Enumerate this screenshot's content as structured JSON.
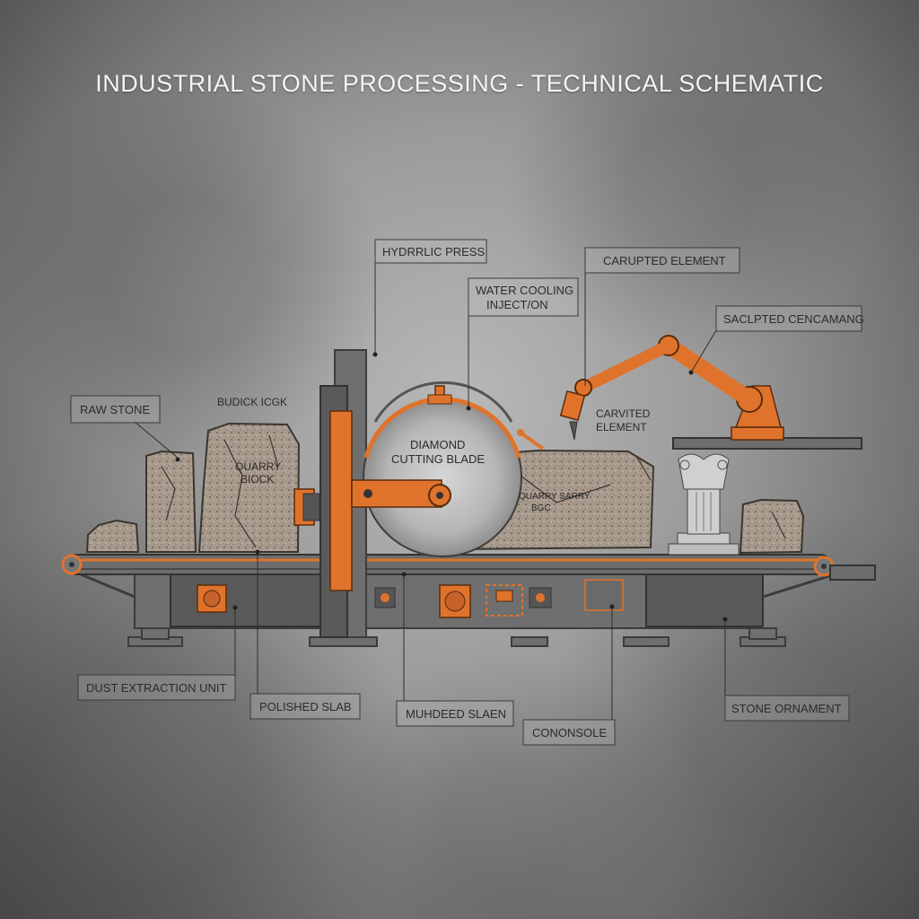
{
  "title": "INDUSTRIAL STONE PROCESSING - TECHNICAL SCHEMATIC",
  "labels": {
    "hydraulic_press": "HYDRRLIC PRESS",
    "carupted_element": "CARUPTED ELEMENT",
    "water_cooling_line1": "WATER COOLING",
    "water_cooling_line2": "INJECT/ON",
    "sculpted_ornament": "SACLPTED CENCAMANG",
    "raw_stone": "RAW STONE",
    "budick": "BUDICK ICGK",
    "quarry_block_line1": "QUARRY",
    "quarry_block_line2": "BIOCK",
    "diamond_blade_line1": "DIAMOND",
    "diamond_blade_line2": "CUTTING BLADE",
    "carvited_line1": "CARVITED",
    "carvited_line2": "ELEMENT",
    "slab_stamp_line1": "QUARRY SARRY",
    "slab_stamp_line2": "BGC",
    "dust_extraction": "DUST EXTRACTION UNIT",
    "polished_slab": "POLISHED SLAB",
    "muhdeed_slaen": "MUHDEED SLAEN",
    "stone_ornament": "STONE ORNAMENT",
    "cononsole": "CONONSOLE"
  },
  "colors": {
    "accent": "#e0732c",
    "frame": "#6f6f6f",
    "stone": "#a89a8c",
    "background": "#9a9a9a"
  }
}
